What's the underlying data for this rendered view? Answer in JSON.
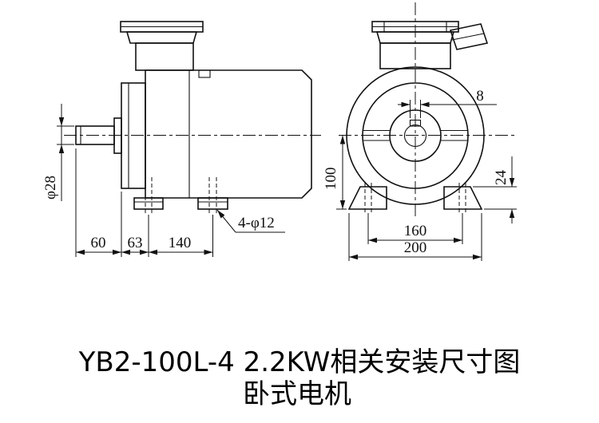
{
  "title": {
    "line1": "YB2-100L-4  2.2KW相关安装尺寸图",
    "line2": "卧式电机"
  },
  "side_view": {
    "shaft_diameter": "φ28",
    "shaft_length": "60",
    "shaft_to_foot": "63",
    "foot_hole_spacing": "140",
    "foot_holes_note": "4-φ12"
  },
  "front_view": {
    "key_width": "8",
    "center_height": "100",
    "foot_height": "24",
    "foot_hole_span": "160",
    "base_width": "200"
  }
}
